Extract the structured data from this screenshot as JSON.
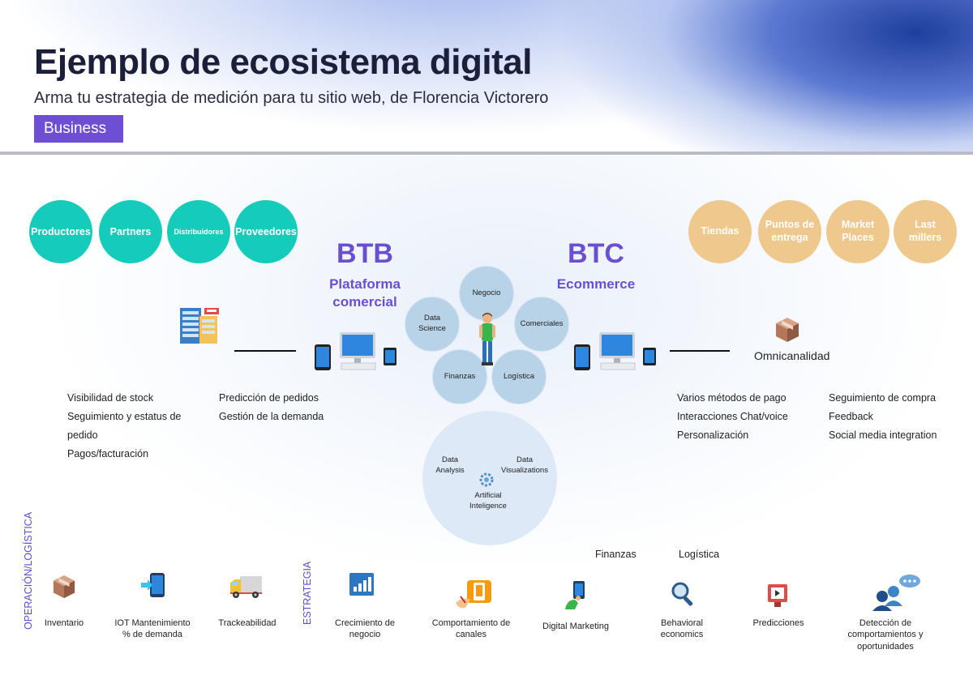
{
  "header": {
    "title": "Ejemplo de ecosistema digital",
    "subtitle": "Arma tu estrategia de medición para tu sitio web, de Florencia Victorero",
    "badge": "Business"
  },
  "btb": {
    "code": "BTB",
    "sub": "Plataforma comercial",
    "actors": [
      "Productores",
      "Partners",
      "Distribuidores",
      "Proveedores"
    ]
  },
  "btc": {
    "code": "BTC",
    "sub": "Ecommerce",
    "actors": [
      "Tiendas",
      "Puntos de entrega",
      "Market Places",
      "Last millers"
    ]
  },
  "hub": {
    "nodes": [
      "Negocio",
      "Data Science",
      "Comerciales",
      "Finanzas",
      "Logística"
    ]
  },
  "ai": {
    "data_analysis": "Data Analysis",
    "data_visualizations": "Data Visualizations",
    "artificial_intelligence": "Artificial Inteligence"
  },
  "omnichannel": "Omnicanalidad",
  "lists": {
    "btb_left": [
      "Visibilidad de stock",
      "Seguimiento y estatus de pedido",
      "Pagos/facturación"
    ],
    "btb_right": [
      "Predicción de pedidos",
      "Gestión de la demanda"
    ],
    "btc_left": [
      "Varios métodos de pago",
      "Interacciones Chat/voice",
      "Personalización"
    ],
    "btc_right": [
      "Seguimiento de compra",
      "Feedback",
      "Social media integration"
    ]
  },
  "sections": {
    "operacion": "OPERACIÓN/LOGÍSTICA",
    "estrategia": "ESTRATEGIA",
    "finanzas": "Finanzas",
    "logistica": "Logística"
  },
  "bottom_items": [
    "Inventario",
    "IOT Mantenimiento % de demanda",
    "Trackeabilidad",
    "Crecimiento de negocio",
    "Comportamiento de canales",
    "Digital Marketing",
    "Behavioral economics",
    "Predicciones",
    "Detección de comportamientos y oportunidades"
  ],
  "colors": {
    "accent": "#6a4fd2",
    "teal": "#14ccb9",
    "tan": "#efc88e",
    "node": "#b8d3e8"
  }
}
